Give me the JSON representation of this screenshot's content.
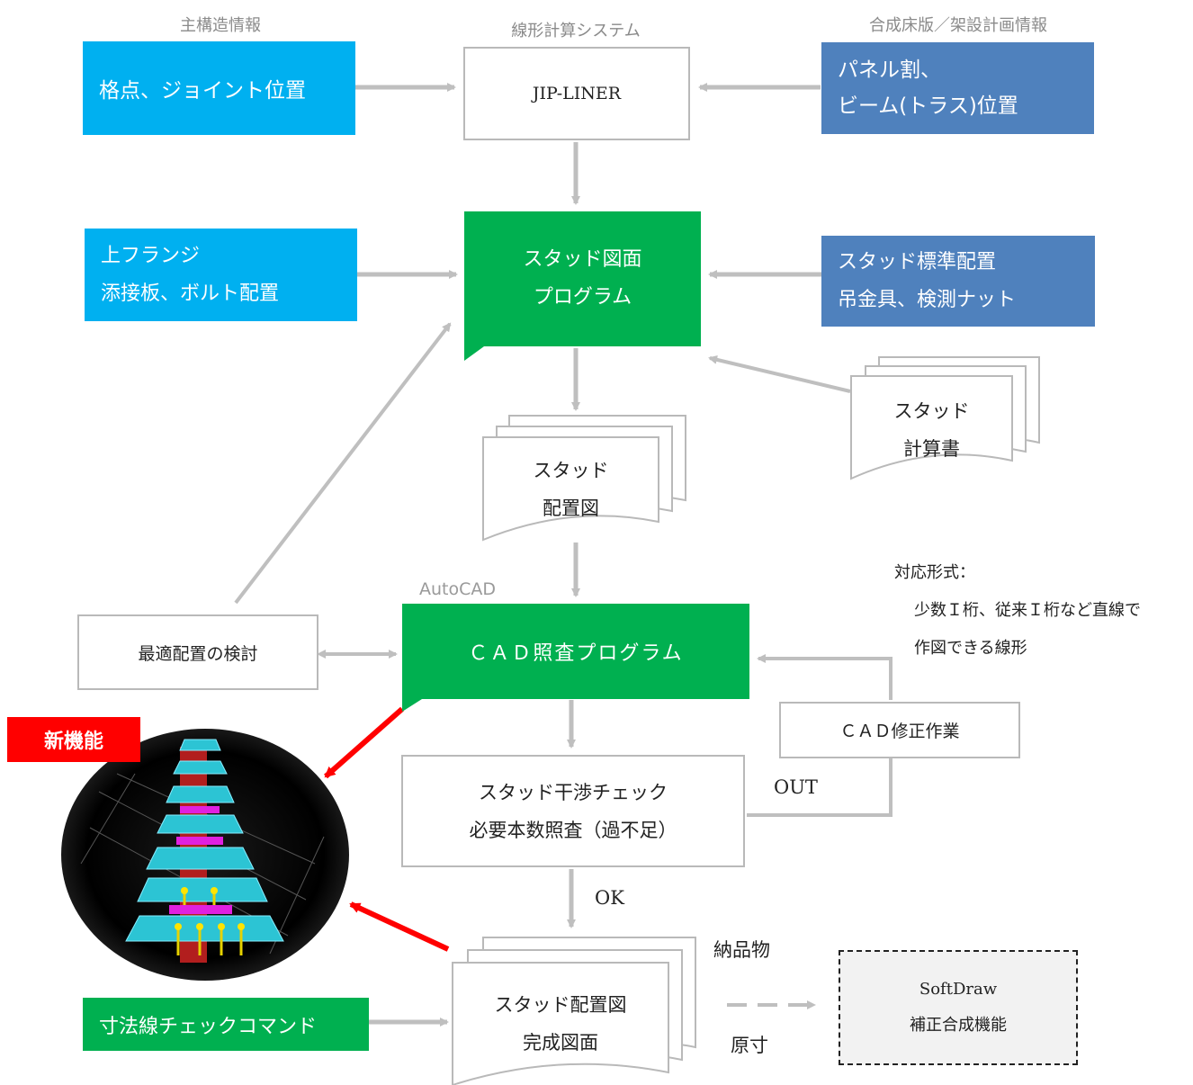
{
  "headers": {
    "main_structure": "主構造情報",
    "alignment_system": "線形計算システム",
    "composite_deck": "合成床版／架設計画情報"
  },
  "nodes": {
    "gridpoint_joint": "格点、ジョイント位置",
    "jip_liner": "JIP-LINER",
    "panel_split": [
      "パネル割、",
      "ビーム(トラス)位置"
    ],
    "upper_flange": [
      "上フランジ",
      "添接板、ボルト配置"
    ],
    "stud_program": [
      "スタッド図面",
      "プログラム"
    ],
    "stud_standard": [
      "スタッド標準配置",
      "吊金具、検測ナット"
    ],
    "stud_calc_doc": [
      "スタッド",
      "計算書"
    ],
    "stud_layout_doc": [
      "スタッド",
      "配置図"
    ],
    "autocad_label": "AutoCAD",
    "optimal_layout": "最適配置の検討",
    "cad_check_program": "ＣＡＤ照査プログラム",
    "cad_fix": "ＣＡＤ修正作業",
    "interference_check": [
      "スタッド干渉チェック",
      "必要本数照査（過不足）"
    ],
    "dimension_check": "寸法線チェックコマンド",
    "final_drawing": [
      "スタッド配置図",
      "完成図面"
    ],
    "softdraw": [
      "SoftDraw",
      "補正合成機能"
    ]
  },
  "annotations": {
    "supported_formats": [
      "対応形式：",
      "少数Ｉ桁、従来Ｉ桁など直線で",
      "作図できる線形"
    ],
    "new_feature": "新機能",
    "out": "OUT",
    "ok": "OK",
    "deliverable": "納品物",
    "original_size": "原寸"
  },
  "colors": {
    "cyan_box": "#00b0f0",
    "steel_box": "#4f81bd",
    "green_box": "#00b050",
    "arrow_gray": "#bfbfbf",
    "new_feature_red": "#ff0000"
  },
  "preview_image": "3D view of stud layout on girder top flange (black background, cyan plates, yellow studs)"
}
